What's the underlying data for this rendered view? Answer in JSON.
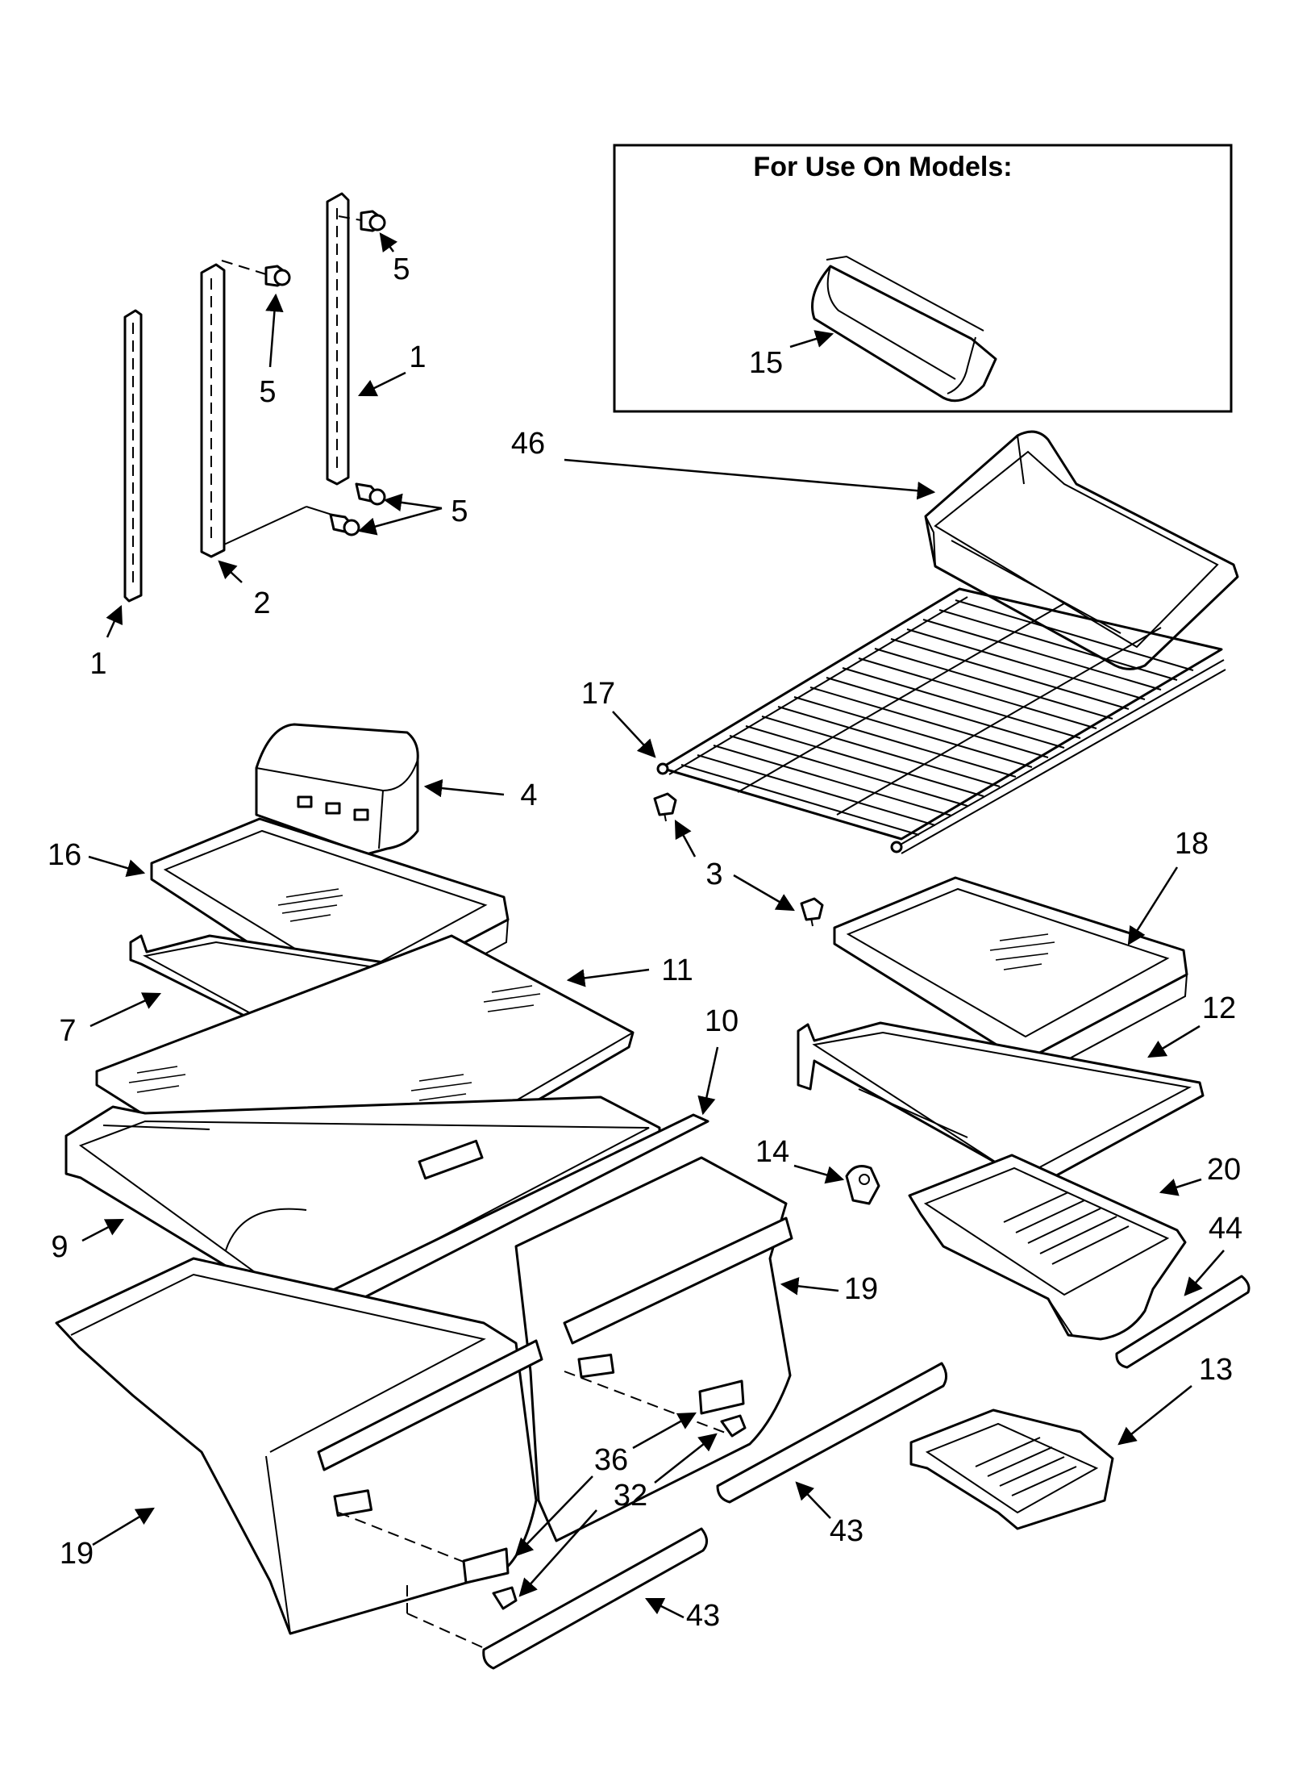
{
  "inset": {
    "title": "For Use On Models:"
  },
  "colors": {
    "line": "#000000",
    "background": "#ffffff"
  },
  "callouts": {
    "c1_left": "1",
    "c1_right": "1",
    "c2": "2",
    "c3": "3",
    "c4": "4",
    "c5_a": "5",
    "c5_b": "5",
    "c5_c": "5",
    "c7": "7",
    "c9": "9",
    "c10": "10",
    "c11": "11",
    "c12": "12",
    "c13": "13",
    "c14": "14",
    "c15": "15",
    "c16": "16",
    "c17": "17",
    "c18": "18",
    "c19_right": "19",
    "c19_left": "19",
    "c20": "20",
    "c32": "32",
    "c36": "36",
    "c43_right": "43",
    "c43_left": "43",
    "c44": "44",
    "c46": "46"
  }
}
